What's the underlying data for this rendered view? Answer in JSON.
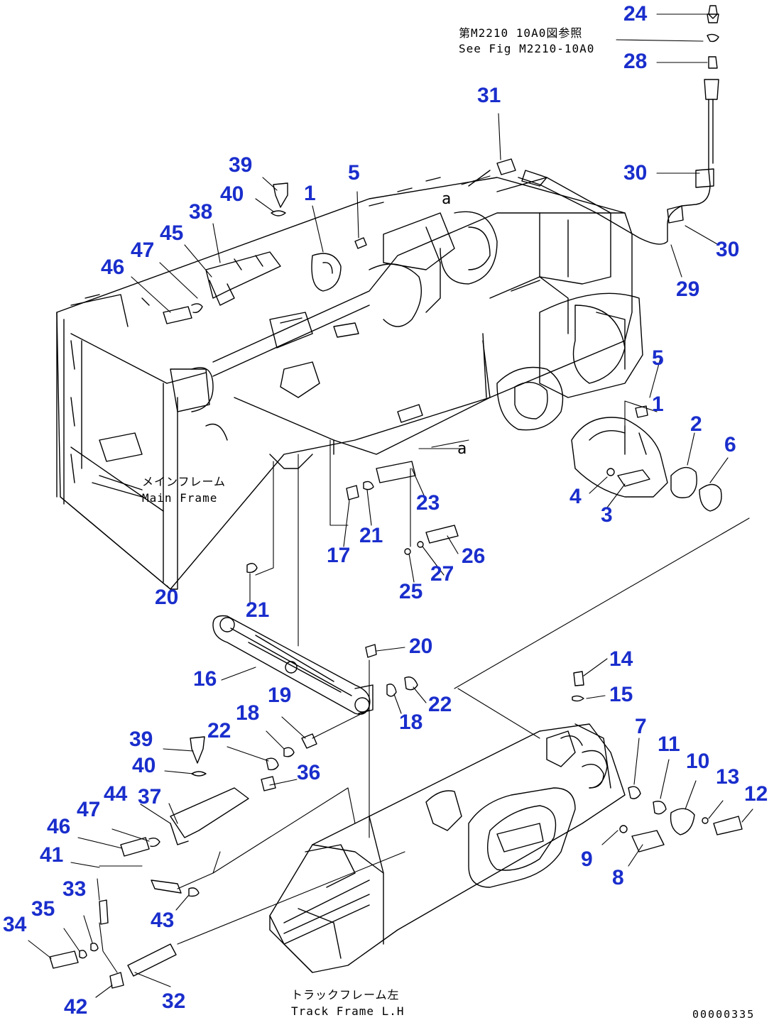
{
  "notes": {
    "ref_jp": "第M2210 10A0図参照",
    "ref_en": "See Fig M2210-10A0",
    "mainframe_jp": "メインフレーム",
    "mainframe_en": "Main Frame",
    "trackframe_jp": "トラックフレーム左",
    "trackframe_en": "Track Frame L.H",
    "marker_a_top": "a",
    "marker_a_mid": "a",
    "drawing_code": "00000335"
  },
  "callouts": {
    "c24": "24",
    "c28": "28",
    "c31": "31",
    "c30a": "30",
    "c30b": "30",
    "c29": "29",
    "c39a": "39",
    "c40a": "40",
    "c38": "38",
    "c45": "45",
    "c47a": "47",
    "c46a": "46",
    "c1a": "1",
    "c5a": "5",
    "c5b": "5",
    "c1b": "1",
    "c2": "2",
    "c6": "6",
    "c4": "4",
    "c3": "3",
    "c23": "23",
    "c21a": "21",
    "c17": "17",
    "c26": "26",
    "c27": "27",
    "c25": "25",
    "c20a": "20",
    "c21b": "21",
    "c20b": "20",
    "c16": "16",
    "c14": "14",
    "c15": "15",
    "c19": "19",
    "c18a": "18",
    "c18b": "18",
    "c22a": "22",
    "c22b": "22",
    "c39b": "39",
    "c40b": "40",
    "c36": "36",
    "c44": "44",
    "c37": "37",
    "c47b": "47",
    "c46b": "46",
    "c7": "7",
    "c11": "11",
    "c10": "10",
    "c13": "13",
    "c12": "12",
    "c9": "9",
    "c8": "8",
    "c41": "41",
    "c33": "33",
    "c35": "35",
    "c34": "34",
    "c43": "43",
    "c42": "42",
    "c32": "32"
  }
}
